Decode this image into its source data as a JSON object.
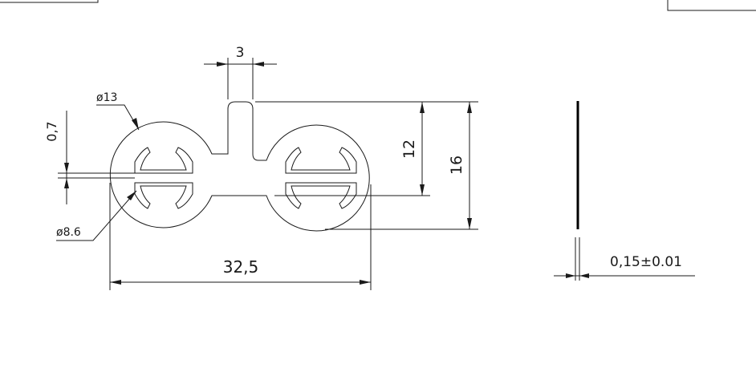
{
  "drawing": {
    "dimensions": {
      "tab_width": "3",
      "outer_diameter": "ø13",
      "slot_width": "0,7",
      "inner_diameter": "ø8.6",
      "total_width": "32,5",
      "tab_to_bottom_height": "12",
      "total_height": "16",
      "thickness": "0,15±0.01"
    },
    "colors": {
      "line": "#1a1a1a",
      "background": "#ffffff"
    }
  }
}
